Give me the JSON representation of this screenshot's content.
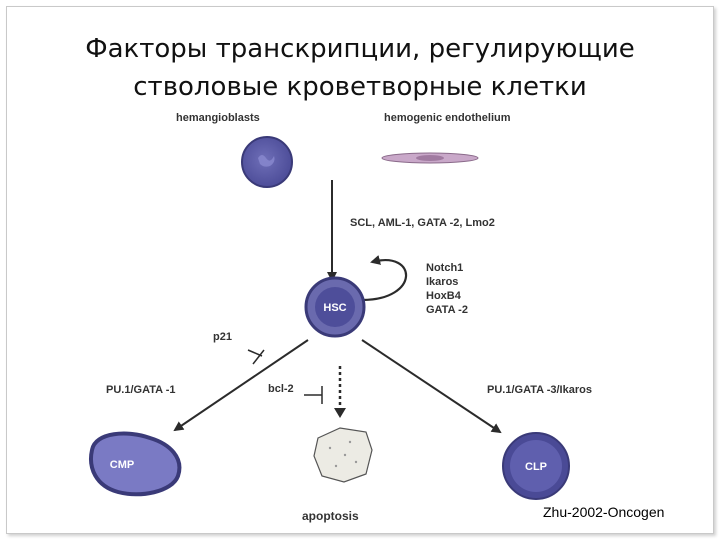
{
  "slide": {
    "title_line1": "Факторы транскрипции, регулирующие",
    "title_line2": "стволовые кроветворные клетки",
    "citation": "Zhu-2002-Oncogen"
  },
  "diagram": {
    "origin_left": "hemangioblasts",
    "origin_right": "hemogenic endothelium",
    "hsc_factors": "SCL, AML-1, GATA -2, Lmo2",
    "self_renewal": [
      "Notch1",
      "Ikaros",
      "HoxB4",
      "GATA -2"
    ],
    "hsc": "HSC",
    "p21": "p21",
    "bcl2": "bcl-2",
    "cmp_factors": "PU.1/GATA -1",
    "clp_factors": "PU.1/GATA -3/Ikaros",
    "cmp": "CMP",
    "clp": "CLP",
    "apoptosis": "apoptosis"
  },
  "colors": {
    "cell_dark": "#3a3a78",
    "cell_fill": "#5b5ba8",
    "cell_light": "#7a7ac4",
    "arrow": "#2b2b2b",
    "apoptotic_fill": "#ecebe4"
  }
}
